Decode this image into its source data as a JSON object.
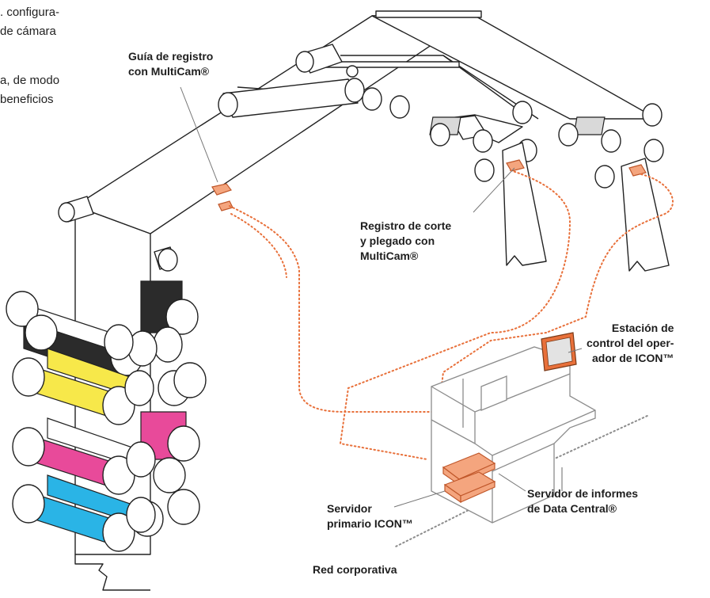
{
  "intro": {
    "line1": ". configura-",
    "line2": "de cámara",
    "line3": "a, de modo",
    "line4": "beneficios"
  },
  "labels": {
    "guia": [
      "Guía de registro",
      "con  MultiCam®"
    ],
    "registro_corte": [
      "Registro de corte",
      "y plegado con",
      "MultiCam®"
    ],
    "estacion": [
      "Estación de",
      "control del oper-",
      "ador de ICON™"
    ],
    "servidor_informes": [
      "Servidor de informes",
      "de Data Central®"
    ],
    "servidor_primario": [
      "Servidor",
      "primario ICON™"
    ],
    "red": [
      "Red corporativa"
    ]
  },
  "colors": {
    "sensor": "#f4a57e",
    "sensor_stroke": "#c0572a",
    "dotted_line": "#e8703a",
    "black_ink": "#2b2b2b",
    "yellow_ink": "#f7e84a",
    "magenta_ink": "#e84a9a",
    "cyan_ink": "#2ab4e6",
    "roller_gray": "#d9d9d9",
    "line": "#222222",
    "gray_line": "#888888"
  }
}
